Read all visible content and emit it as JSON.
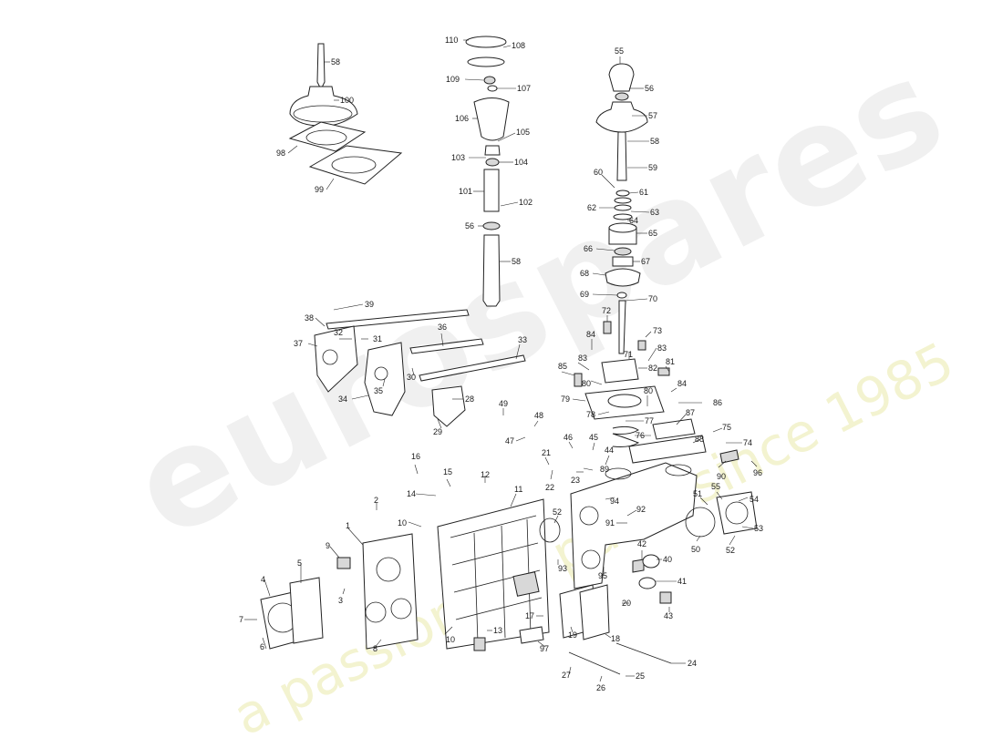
{
  "watermark": {
    "brand": "eurospares",
    "tagline": "a passion for parts since 1985"
  },
  "callouts": [
    {
      "n": "58"
    },
    {
      "n": "100"
    },
    {
      "n": "98"
    },
    {
      "n": "99"
    },
    {
      "n": "110"
    },
    {
      "n": "108"
    },
    {
      "n": "109"
    },
    {
      "n": "107"
    },
    {
      "n": "106"
    },
    {
      "n": "105"
    },
    {
      "n": "103"
    },
    {
      "n": "104"
    },
    {
      "n": "101"
    },
    {
      "n": "102"
    },
    {
      "n": "56"
    },
    {
      "n": "58"
    },
    {
      "n": "55"
    },
    {
      "n": "56"
    },
    {
      "n": "57"
    },
    {
      "n": "58"
    },
    {
      "n": "59"
    },
    {
      "n": "60"
    },
    {
      "n": "61"
    },
    {
      "n": "62"
    },
    {
      "n": "63"
    },
    {
      "n": "64"
    },
    {
      "n": "65"
    },
    {
      "n": "66"
    },
    {
      "n": "67"
    },
    {
      "n": "68"
    },
    {
      "n": "69"
    },
    {
      "n": "70"
    },
    {
      "n": "72"
    },
    {
      "n": "73"
    },
    {
      "n": "84"
    },
    {
      "n": "71"
    },
    {
      "n": "83"
    },
    {
      "n": "82"
    },
    {
      "n": "83"
    },
    {
      "n": "85"
    },
    {
      "n": "80"
    },
    {
      "n": "81"
    },
    {
      "n": "84"
    },
    {
      "n": "79"
    },
    {
      "n": "80"
    },
    {
      "n": "86"
    },
    {
      "n": "78"
    },
    {
      "n": "77"
    },
    {
      "n": "87"
    },
    {
      "n": "76"
    },
    {
      "n": "75"
    },
    {
      "n": "88"
    },
    {
      "n": "74"
    },
    {
      "n": "39"
    },
    {
      "n": "38"
    },
    {
      "n": "37"
    },
    {
      "n": "32"
    },
    {
      "n": "31"
    },
    {
      "n": "36"
    },
    {
      "n": "33"
    },
    {
      "n": "30"
    },
    {
      "n": "35"
    },
    {
      "n": "34"
    },
    {
      "n": "28"
    },
    {
      "n": "29"
    },
    {
      "n": "49"
    },
    {
      "n": "48"
    },
    {
      "n": "47"
    },
    {
      "n": "21"
    },
    {
      "n": "46"
    },
    {
      "n": "45"
    },
    {
      "n": "44"
    },
    {
      "n": "89"
    },
    {
      "n": "22"
    },
    {
      "n": "23"
    },
    {
      "n": "90"
    },
    {
      "n": "96"
    },
    {
      "n": "94"
    },
    {
      "n": "54"
    },
    {
      "n": "51"
    },
    {
      "n": "55"
    },
    {
      "n": "53"
    },
    {
      "n": "50"
    },
    {
      "n": "52"
    },
    {
      "n": "16"
    },
    {
      "n": "15"
    },
    {
      "n": "14"
    },
    {
      "n": "12"
    },
    {
      "n": "11"
    },
    {
      "n": "2"
    },
    {
      "n": "10"
    },
    {
      "n": "1"
    },
    {
      "n": "52"
    },
    {
      "n": "92"
    },
    {
      "n": "91"
    },
    {
      "n": "9"
    },
    {
      "n": "5"
    },
    {
      "n": "4"
    },
    {
      "n": "3"
    },
    {
      "n": "7"
    },
    {
      "n": "6"
    },
    {
      "n": "8"
    },
    {
      "n": "93"
    },
    {
      "n": "95"
    },
    {
      "n": "42"
    },
    {
      "n": "40"
    },
    {
      "n": "41"
    },
    {
      "n": "43"
    },
    {
      "n": "20"
    },
    {
      "n": "17"
    },
    {
      "n": "19"
    },
    {
      "n": "18"
    },
    {
      "n": "13"
    },
    {
      "n": "10"
    },
    {
      "n": "97"
    },
    {
      "n": "24"
    },
    {
      "n": "27"
    },
    {
      "n": "25"
    },
    {
      "n": "26"
    }
  ]
}
